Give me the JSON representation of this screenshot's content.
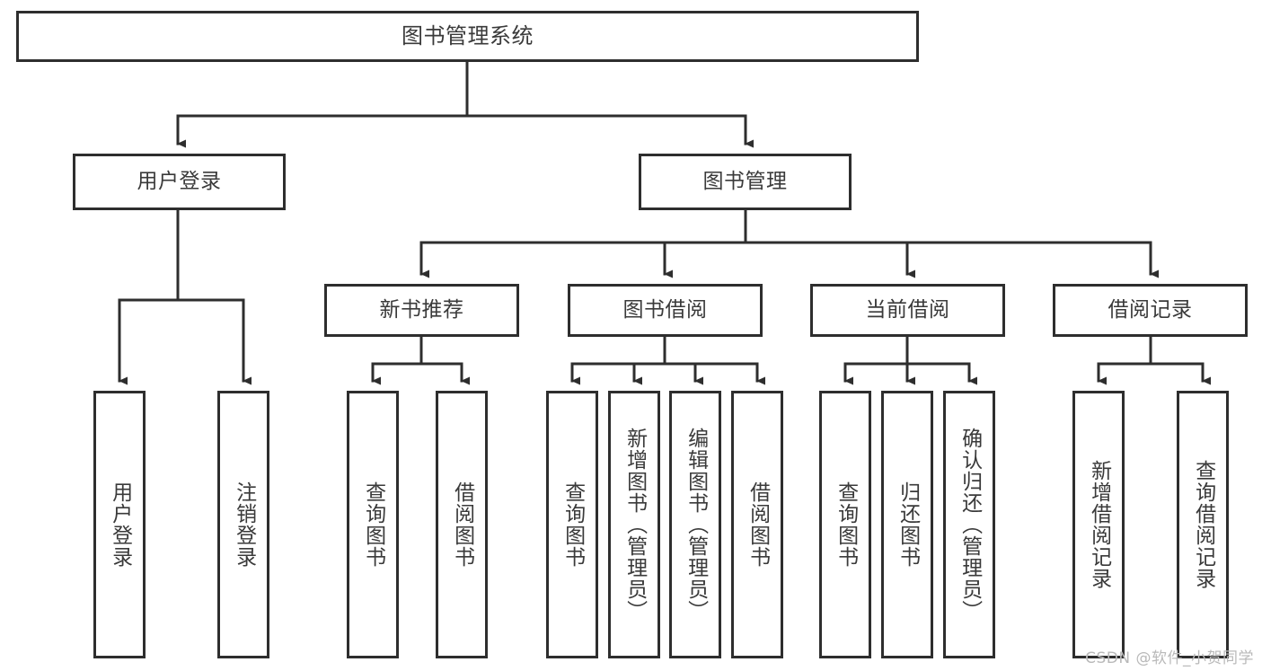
{
  "diagram": {
    "title": "图书管理系统",
    "type": "tree-hierarchy",
    "watermark": "CSDN @软件_小贺同学",
    "colors": {
      "stroke": "#2e2e2e",
      "text": "#3a3a3a",
      "background": "#ffffff",
      "watermark": "#b9b9b9"
    },
    "root": {
      "label": "图书管理系统"
    },
    "level2": [
      {
        "label": "用户登录"
      },
      {
        "label": "图书管理"
      }
    ],
    "level3": [
      {
        "label": "新书推荐"
      },
      {
        "label": "图书借阅"
      },
      {
        "label": "当前借阅"
      },
      {
        "label": "借阅记录"
      }
    ],
    "leaves": {
      "user_login": [
        {
          "label": "用户登录"
        },
        {
          "label": "注销登录"
        }
      ],
      "new_book_recommend": [
        {
          "label": "查询图书"
        },
        {
          "label": "借阅图书"
        }
      ],
      "book_borrow": [
        {
          "label": "查询图书"
        },
        {
          "label": "新增图书（管理员）"
        },
        {
          "label": "编辑图书（管理员）"
        },
        {
          "label": "借阅图书"
        }
      ],
      "current_borrow": [
        {
          "label": "查询图书"
        },
        {
          "label": "归还图书"
        },
        {
          "label": "确认归还（管理员）"
        }
      ],
      "borrow_record": [
        {
          "label": "新增借阅记录"
        },
        {
          "label": "查询借阅记录"
        }
      ]
    }
  }
}
